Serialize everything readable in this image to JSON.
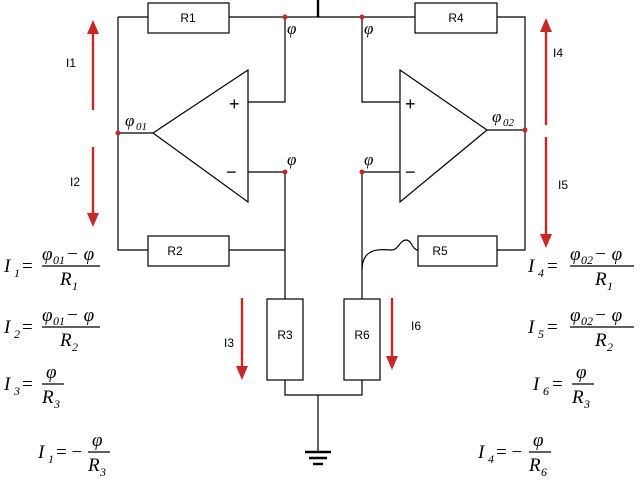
{
  "components": {
    "r1": "R1",
    "r2": "R2",
    "r3": "R3",
    "r4": "R4",
    "r5": "R5",
    "r6": "R6"
  },
  "currents": {
    "i1": "I1",
    "i2": "I2",
    "i3": "I3",
    "i4": "I4",
    "i5": "I5",
    "i6": "I6"
  },
  "nodes": {
    "phi": "φ",
    "phi_o1_base": "φ",
    "phi_o1_sub": "01",
    "phi_o2_base": "φ",
    "phi_o2_sub": "02"
  },
  "opamp_signs": {
    "plus": "+",
    "minus": "−"
  },
  "equations_left": {
    "eq1": {
      "lhs": "I",
      "lhs_sub": "1",
      "eq": "=",
      "num_base": "φ",
      "num_sub": "01",
      "num_rest": " − φ",
      "den_base": "R",
      "den_sub": "1"
    },
    "eq2": {
      "lhs": "I",
      "lhs_sub": "2",
      "eq": "=",
      "num_base": "φ",
      "num_sub": "01",
      "num_rest": " − φ",
      "den_base": "R",
      "den_sub": "2"
    },
    "eq3": {
      "lhs": "I",
      "lhs_sub": "3",
      "eq": "=",
      "num": "φ",
      "den_base": "R",
      "den_sub": "3"
    },
    "eq4": {
      "lhs": "I",
      "lhs_sub": "1",
      "eq": "= −",
      "num": "φ",
      "den_base": "R",
      "den_sub": "3"
    }
  },
  "equations_right": {
    "eq1": {
      "lhs": "I",
      "lhs_sub": "4",
      "eq": "=",
      "num_base": "φ",
      "num_sub": "02",
      "num_rest": " − φ",
      "den_base": "R",
      "den_sub": "1"
    },
    "eq2": {
      "lhs": "I",
      "lhs_sub": "5",
      "eq": "=",
      "num_base": "φ",
      "num_sub": "02",
      "num_rest": " − φ",
      "den_base": "R",
      "den_sub": "2"
    },
    "eq3": {
      "lhs": "I",
      "lhs_sub": "6",
      "eq": "=",
      "num": "φ",
      "den_base": "R",
      "den_sub": "3"
    },
    "eq4": {
      "lhs": "I",
      "lhs_sub": "4",
      "eq": "= −",
      "num": "φ",
      "den_base": "R",
      "den_sub": "6"
    }
  },
  "colors": {
    "arrow": "#c62828",
    "wire": "#000000"
  }
}
